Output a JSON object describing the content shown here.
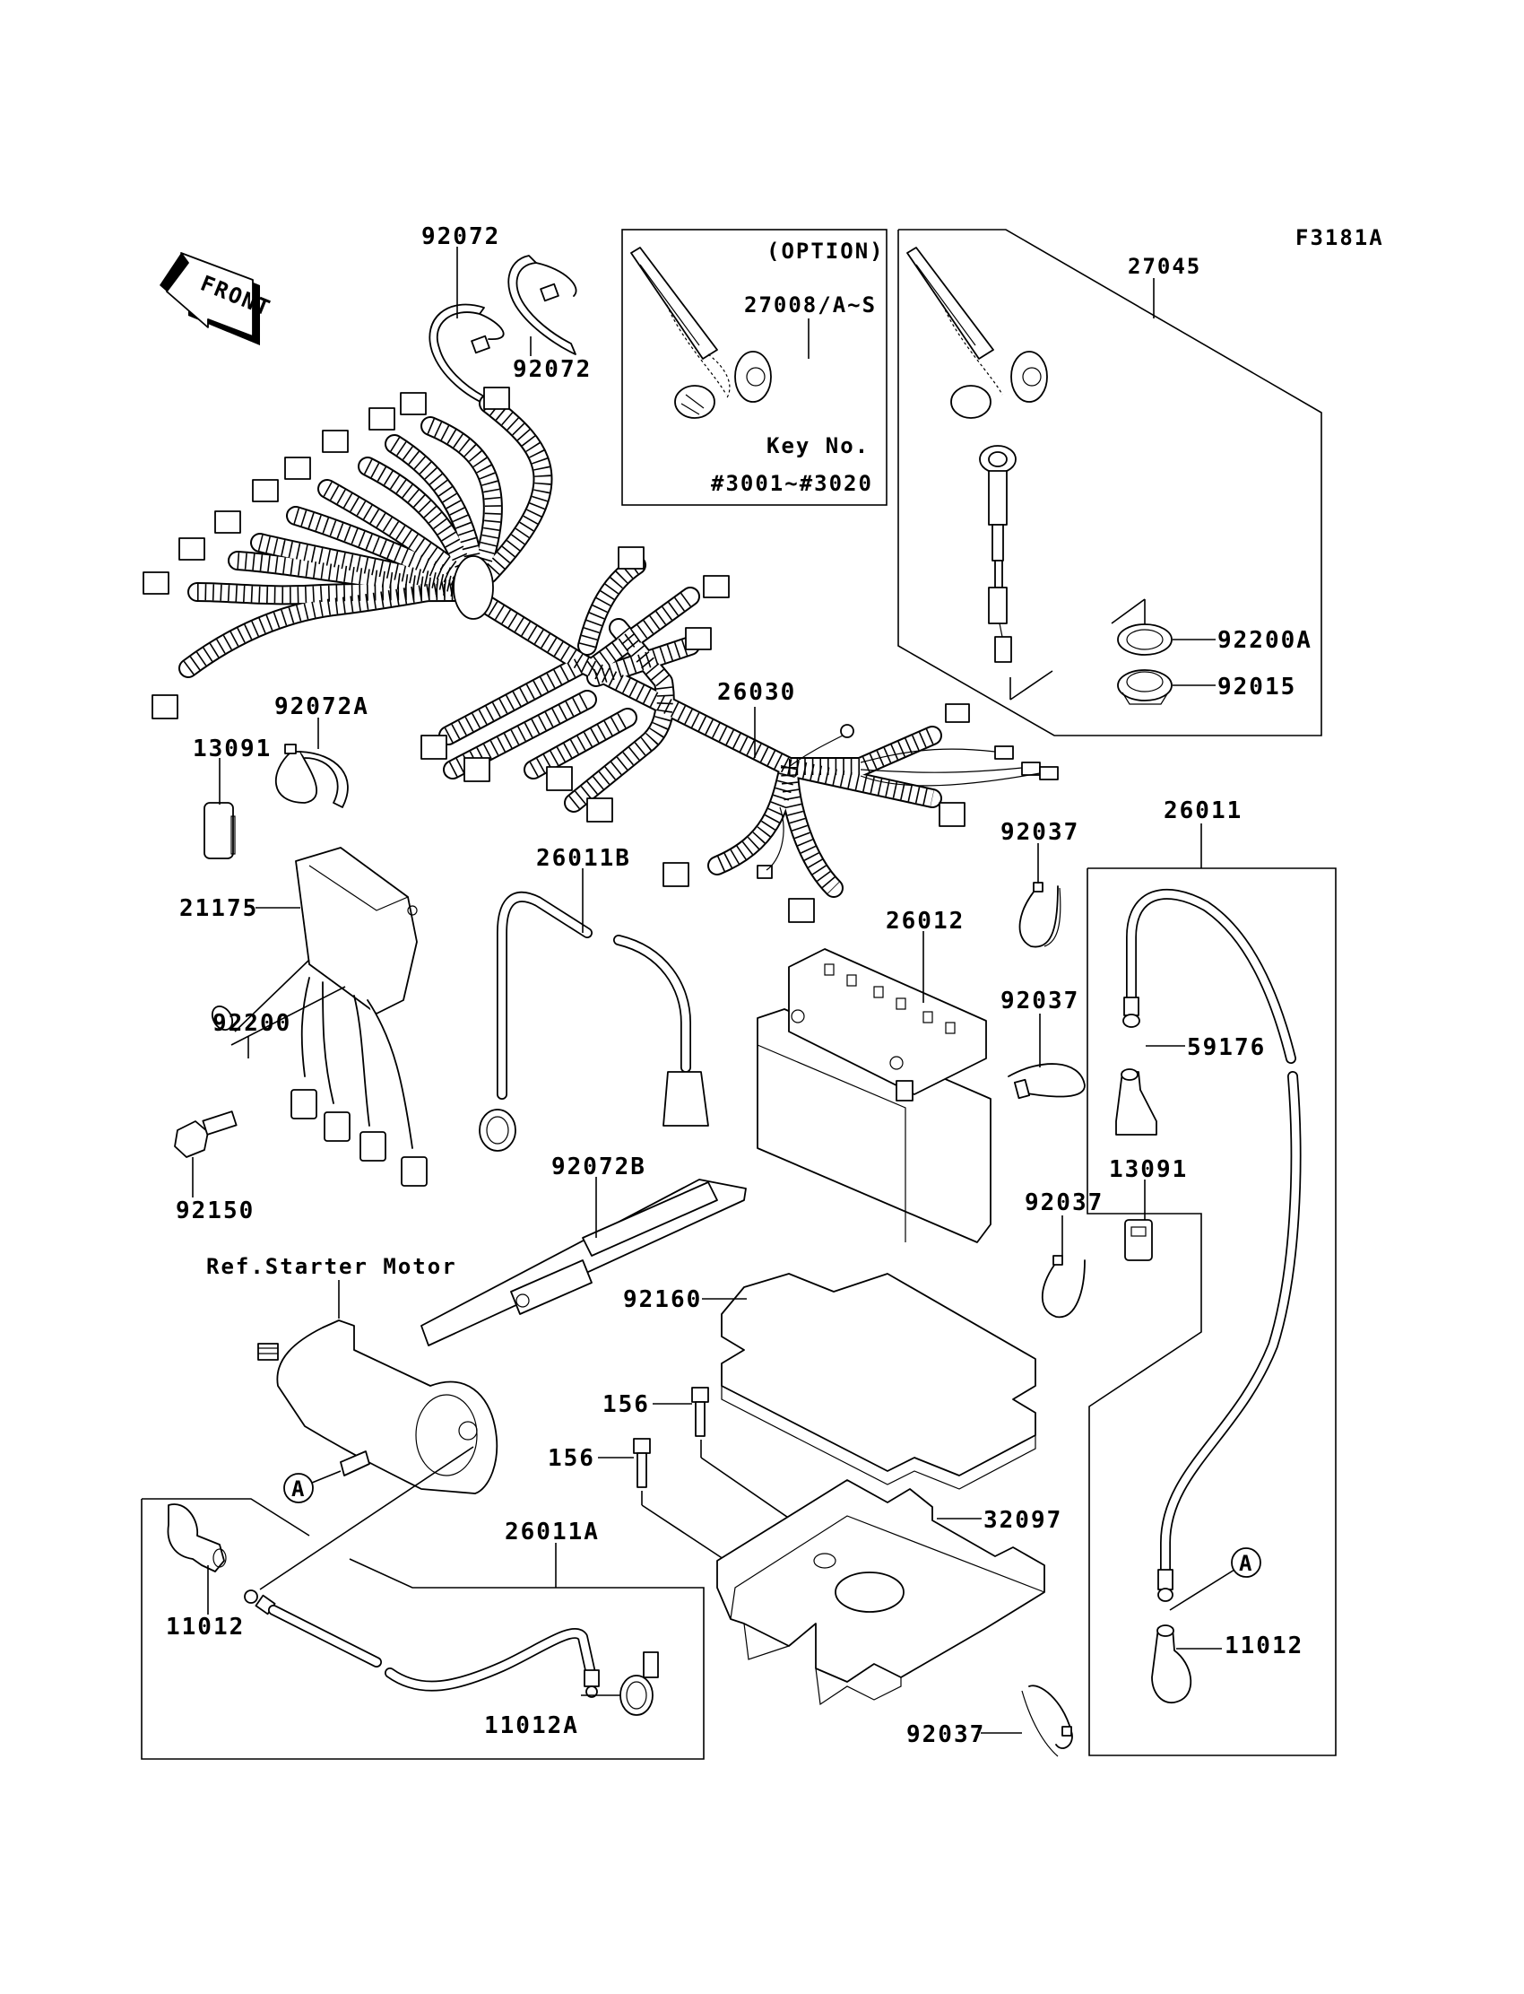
{
  "figure_code": "F3181A",
  "front_indicator": "FRONT",
  "option_box": {
    "title": "(OPTION)",
    "part_label": "27008/A~S",
    "key_heading": "Key No.",
    "key_range": "#3001~#3020"
  },
  "reference_marker": "A",
  "reference_note": "Ref.Starter Motor",
  "parts": [
    {
      "id": "p1",
      "number": "92072",
      "description": "clamp band"
    },
    {
      "id": "p2",
      "number": "92072",
      "description": "clamp band"
    },
    {
      "id": "p3",
      "number": "27045",
      "description": "ignition switch assembly"
    },
    {
      "id": "p4",
      "number": "92200A",
      "description": "washer"
    },
    {
      "id": "p5",
      "number": "92015",
      "description": "nut"
    },
    {
      "id": "p6",
      "number": "92072A",
      "description": "clamp band"
    },
    {
      "id": "p7",
      "number": "13091",
      "description": "cover"
    },
    {
      "id": "p8",
      "number": "26030",
      "description": "main wiring harness"
    },
    {
      "id": "p9",
      "number": "21175",
      "description": "CDI unit"
    },
    {
      "id": "p10",
      "number": "26011B",
      "description": "lead"
    },
    {
      "id": "p11",
      "number": "26012",
      "description": "battery"
    },
    {
      "id": "p12",
      "number": "92037",
      "description": "clamp"
    },
    {
      "id": "p13",
      "number": "26011",
      "description": "battery lead"
    },
    {
      "id": "p14",
      "number": "92200",
      "description": "washer"
    },
    {
      "id": "p15",
      "number": "59176",
      "description": "terminal cap"
    },
    {
      "id": "p16",
      "number": "92037",
      "description": "clamp"
    },
    {
      "id": "p17",
      "number": "92150",
      "description": "bolt"
    },
    {
      "id": "p18",
      "number": "92072B",
      "description": "battery strap"
    },
    {
      "id": "p19",
      "number": "13091",
      "description": "cover"
    },
    {
      "id": "p20",
      "number": "92037",
      "description": "clamp"
    },
    {
      "id": "p21",
      "number": "92160",
      "description": "damper pad"
    },
    {
      "id": "p22",
      "number": "156",
      "description": "bolt"
    },
    {
      "id": "p23",
      "number": "156",
      "description": "bolt"
    },
    {
      "id": "p24",
      "number": "32097",
      "description": "battery case"
    },
    {
      "id": "p25",
      "number": "26011A",
      "description": "starter lead"
    },
    {
      "id": "p26",
      "number": "11012",
      "description": "terminal cap"
    },
    {
      "id": "p27",
      "number": "11012",
      "description": "terminal cap"
    },
    {
      "id": "p28",
      "number": "11012A",
      "description": "terminal cap"
    },
    {
      "id": "p29",
      "number": "92037",
      "description": "clamp"
    }
  ]
}
